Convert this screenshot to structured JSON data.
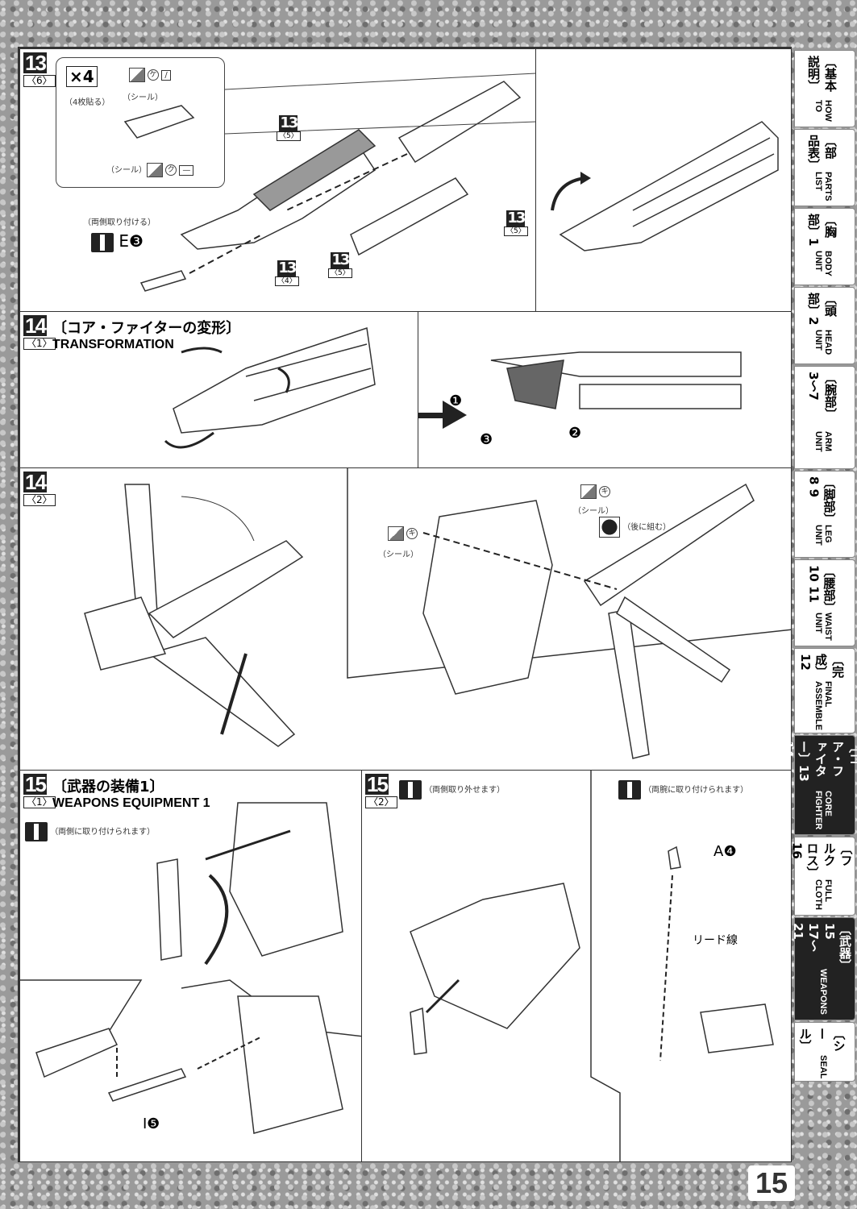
{
  "page_number": "15",
  "sidebar": [
    {
      "jp": "〔基本説明〕",
      "en": "HOW TO",
      "active": false
    },
    {
      "jp": "〔部品表〕",
      "en": "PARTS LIST",
      "active": false
    },
    {
      "jp": "〔胸部〕1",
      "en": "BODY UNIT",
      "active": false
    },
    {
      "jp": "〔頭部〕2",
      "en": "HEAD UNIT",
      "active": false
    },
    {
      "jp": "〔腕部〕3〜7",
      "en": "ARM UNIT",
      "active": false
    },
    {
      "jp": "〔脚部〕8 9",
      "en": "LEG UNIT",
      "active": false
    },
    {
      "jp": "〔腰部〕10 11",
      "en": "WAIST UNIT",
      "active": false
    },
    {
      "jp": "〔完成〕12",
      "en": "FINAL ASSEMBLE",
      "active": false
    },
    {
      "jp": "〔コア・ファイター〕13 14",
      "en": "CORE FIGHTER",
      "active": true
    },
    {
      "jp": "〔フルクロス〕16",
      "en": "FULL CLOTH",
      "active": false
    },
    {
      "jp": "〔武器〕15 17〜21",
      "en": "WEAPONS",
      "active": true
    },
    {
      "jp": "〔シール〕",
      "en": "SEAL",
      "active": false
    }
  ],
  "step13": {
    "num": "13",
    "sub": "〈6〉",
    "inset": {
      "count": "×4",
      "count_note": "（4枚貼る）",
      "seal": "（シール）",
      "seal_ke": "ケ",
      "seal_ku": "ク",
      "seal_top_id": "/",
      "seal_bot_id": "—"
    },
    "both_sides": "（両側取り付ける）",
    "part": "E❸",
    "refs": [
      {
        "num": "13",
        "sub": "〈5〉"
      },
      {
        "num": "13",
        "sub": "〈5〉"
      },
      {
        "num": "13",
        "sub": "〈4〉"
      },
      {
        "num": "13",
        "sub": "〈5〉"
      }
    ]
  },
  "step14_1": {
    "num": "14",
    "sub": "〈1〉",
    "title_jp": "〔コア・ファイターの変形〕",
    "title_en": "TRANSFORMATION",
    "markers": [
      "❶",
      "❷",
      "❸"
    ]
  },
  "step14_2": {
    "num": "14",
    "sub": "〈2〉",
    "seal": "（シール）",
    "seal_id": "キ",
    "later": "（後に組む）"
  },
  "step15_1": {
    "num": "15",
    "sub": "〈1〉",
    "title_jp": "〔武器の装備1〕",
    "title_en": "WEAPONS EQUIPMENT 1",
    "note": "（両側に取り付けられます）",
    "part": "I❺"
  },
  "step15_2": {
    "num": "15",
    "sub": "〈2〉",
    "note": "（両側取り外せます）",
    "note2": "（両腕に取り付けられます）",
    "part": "A❹",
    "wire": "リード線"
  }
}
